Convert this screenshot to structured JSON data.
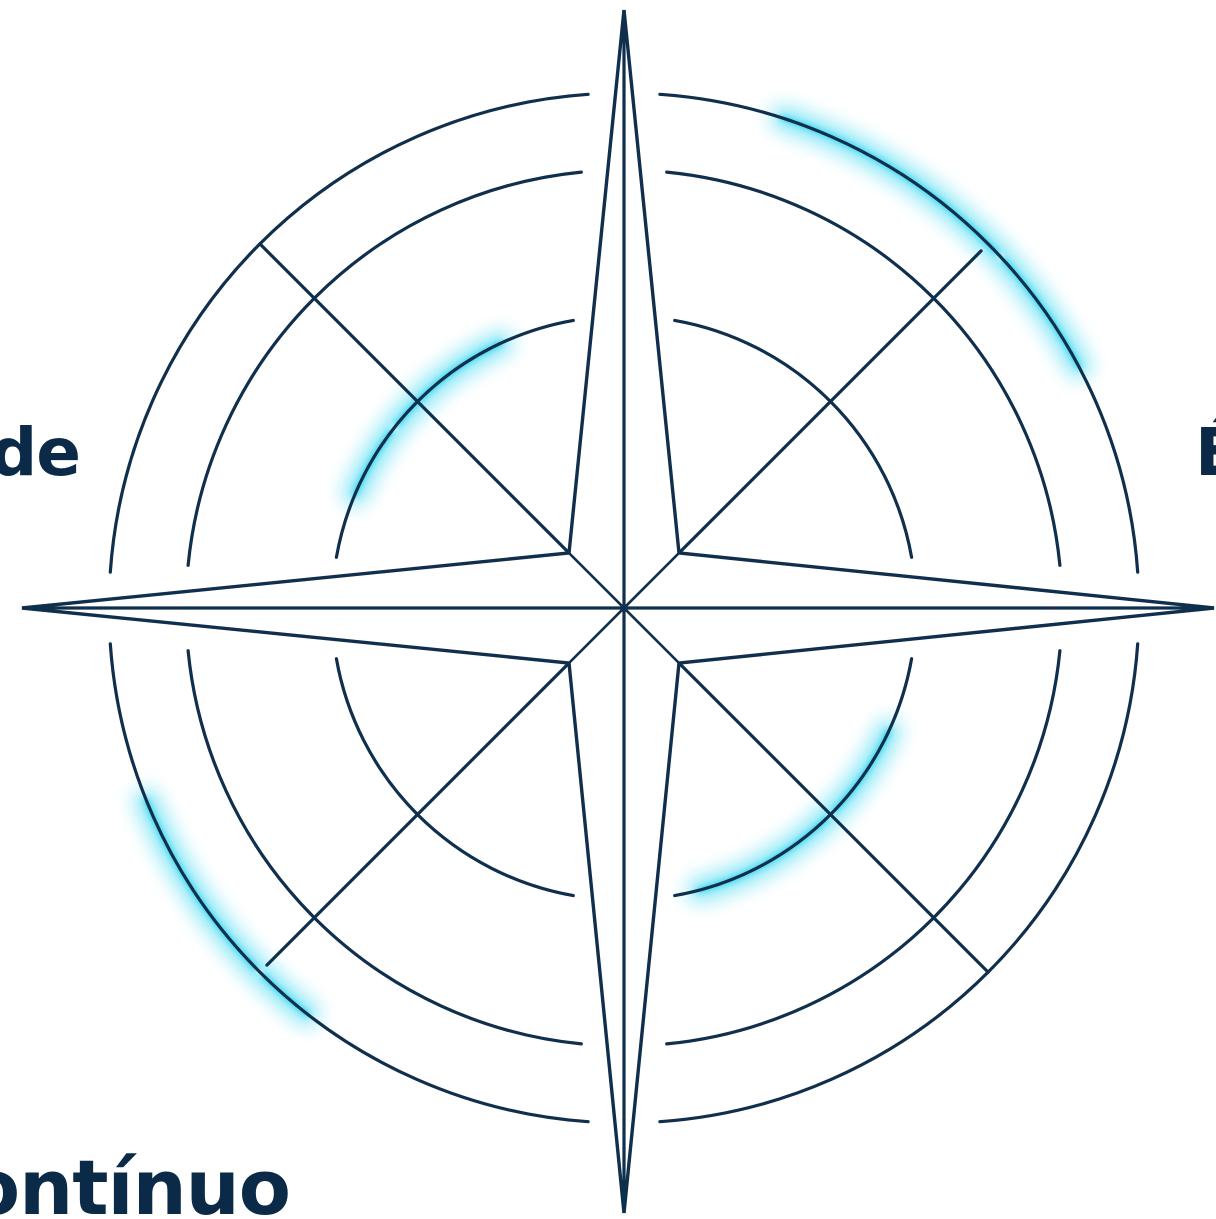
{
  "colors": {
    "line": "#0f2f4c",
    "glow": "#19d0ee",
    "background": "#ffffff"
  },
  "labels": {
    "left": "de",
    "right": "É",
    "bottom": "ontínuo"
  }
}
